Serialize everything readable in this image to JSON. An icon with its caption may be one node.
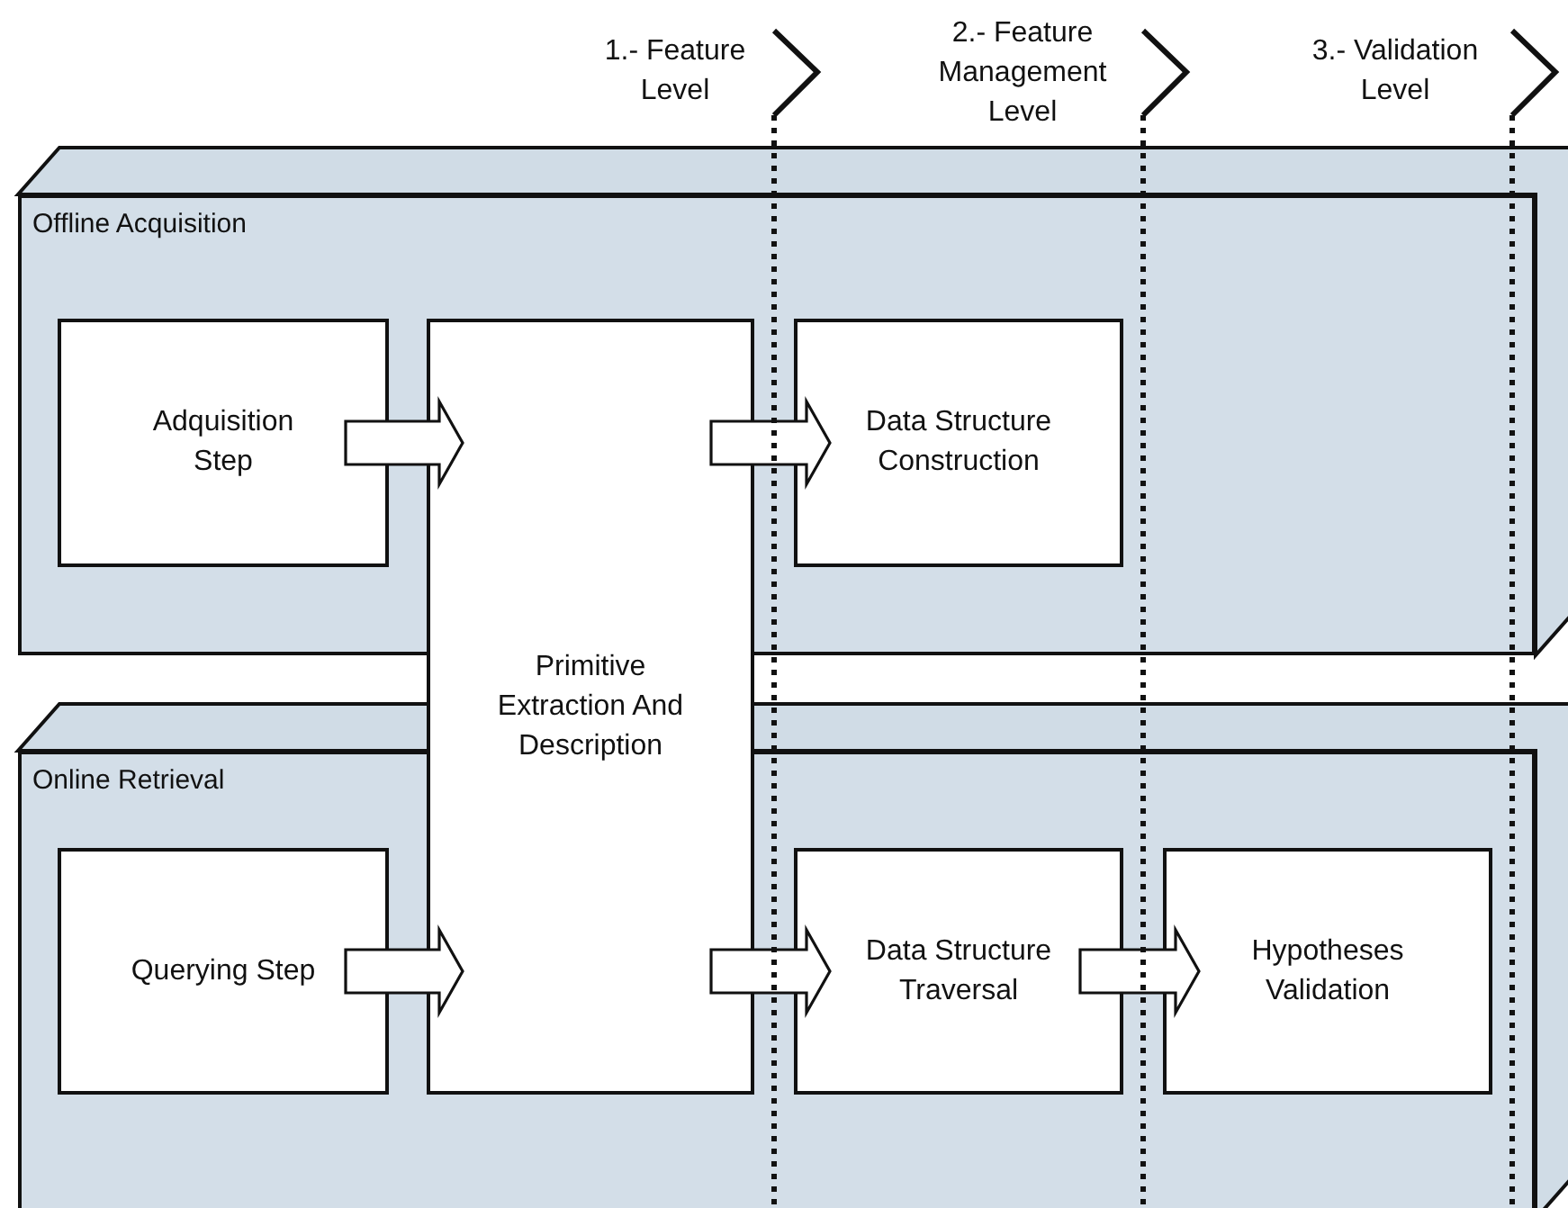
{
  "diagram": {
    "nodes": [
      {
        "text": [
          "Offline Acquisition"
        ]
      },
      {
        "text": [
          "Adquisition Step"
        ],
        "in": 0
      },
      {
        "text": [
          "Primitive Extraction And Description"
        ]
      },
      {
        "text": [
          "Data Structure Construction"
        ],
        "in": 0
      },
      {
        "text": [
          "Online Retrieval"
        ]
      },
      {
        "text": [
          "Querying Step"
        ],
        "in": 4
      },
      {
        "text": [
          "Data Structure Traversal"
        ],
        "in": 4
      },
      {
        "text": [
          "Hypotheses Validation"
        ],
        "in": 4
      }
    ],
    "edges": [
      {
        "from": 1,
        "to": 2,
        "arrow": "to"
      },
      {
        "from": 2,
        "to": 3,
        "arrow": "to"
      },
      {
        "from": 5,
        "to": 2,
        "arrow": "to"
      },
      {
        "from": 2,
        "to": 6,
        "arrow": "to"
      },
      {
        "from": 6,
        "to": 7,
        "arrow": "to"
      }
    ],
    "labels": [
      "1.- Feature Level",
      "2.- Feature Management Level",
      "3.- Validation Level"
    ]
  }
}
